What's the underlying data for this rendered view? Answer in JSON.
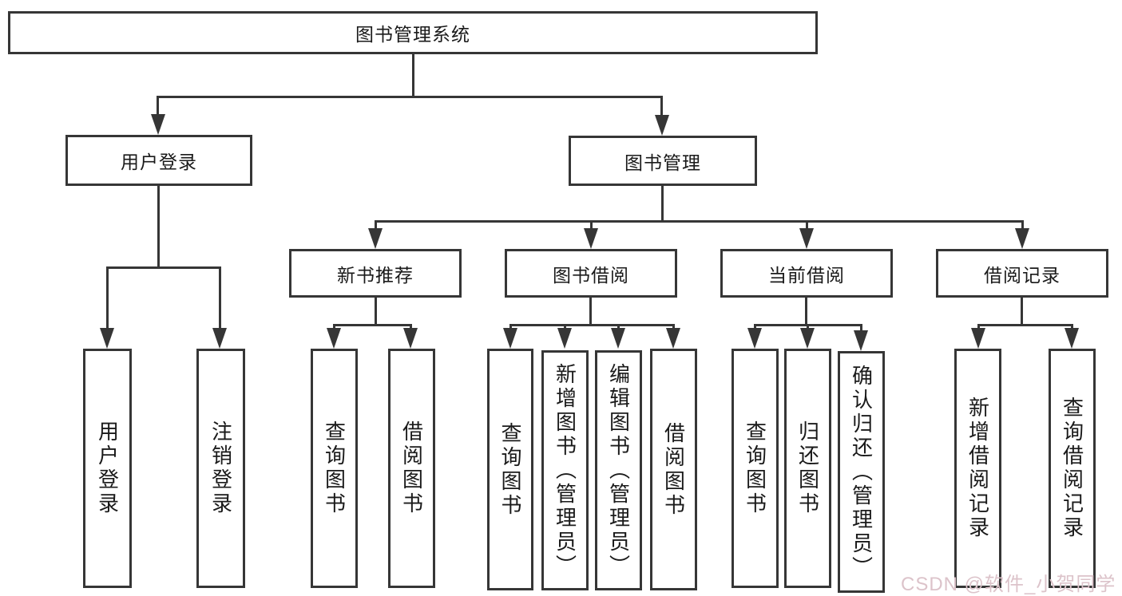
{
  "tree": {
    "root": {
      "label": "图书管理系统"
    },
    "branches": [
      {
        "label": "用户登录",
        "children": [
          {
            "label": "用户登录"
          },
          {
            "label": "注销登录"
          }
        ]
      },
      {
        "label": "图书管理",
        "children": [
          {
            "label": "新书推荐",
            "children": [
              {
                "label": "查询图书"
              },
              {
                "label": "借阅图书"
              }
            ]
          },
          {
            "label": "图书借阅",
            "children": [
              {
                "label": "查询图书"
              },
              {
                "label": "新增图书（管理员）"
              },
              {
                "label": "编辑图书（管理员）"
              },
              {
                "label": "借阅图书"
              }
            ]
          },
          {
            "label": "当前借阅",
            "children": [
              {
                "label": "查询图书"
              },
              {
                "label": "归还图书"
              },
              {
                "label": "确认归还（管理员）"
              }
            ]
          },
          {
            "label": "借阅记录",
            "children": [
              {
                "label": "新增借阅记录"
              },
              {
                "label": "查询借阅记录"
              }
            ]
          }
        ]
      }
    ]
  },
  "watermark": {
    "text": "CSDN @软件_小贺同学"
  },
  "colors": {
    "line": "#363636",
    "text": "#1a1a1a",
    "watermark": "#dcc3ca",
    "background": "#ffffff"
  }
}
